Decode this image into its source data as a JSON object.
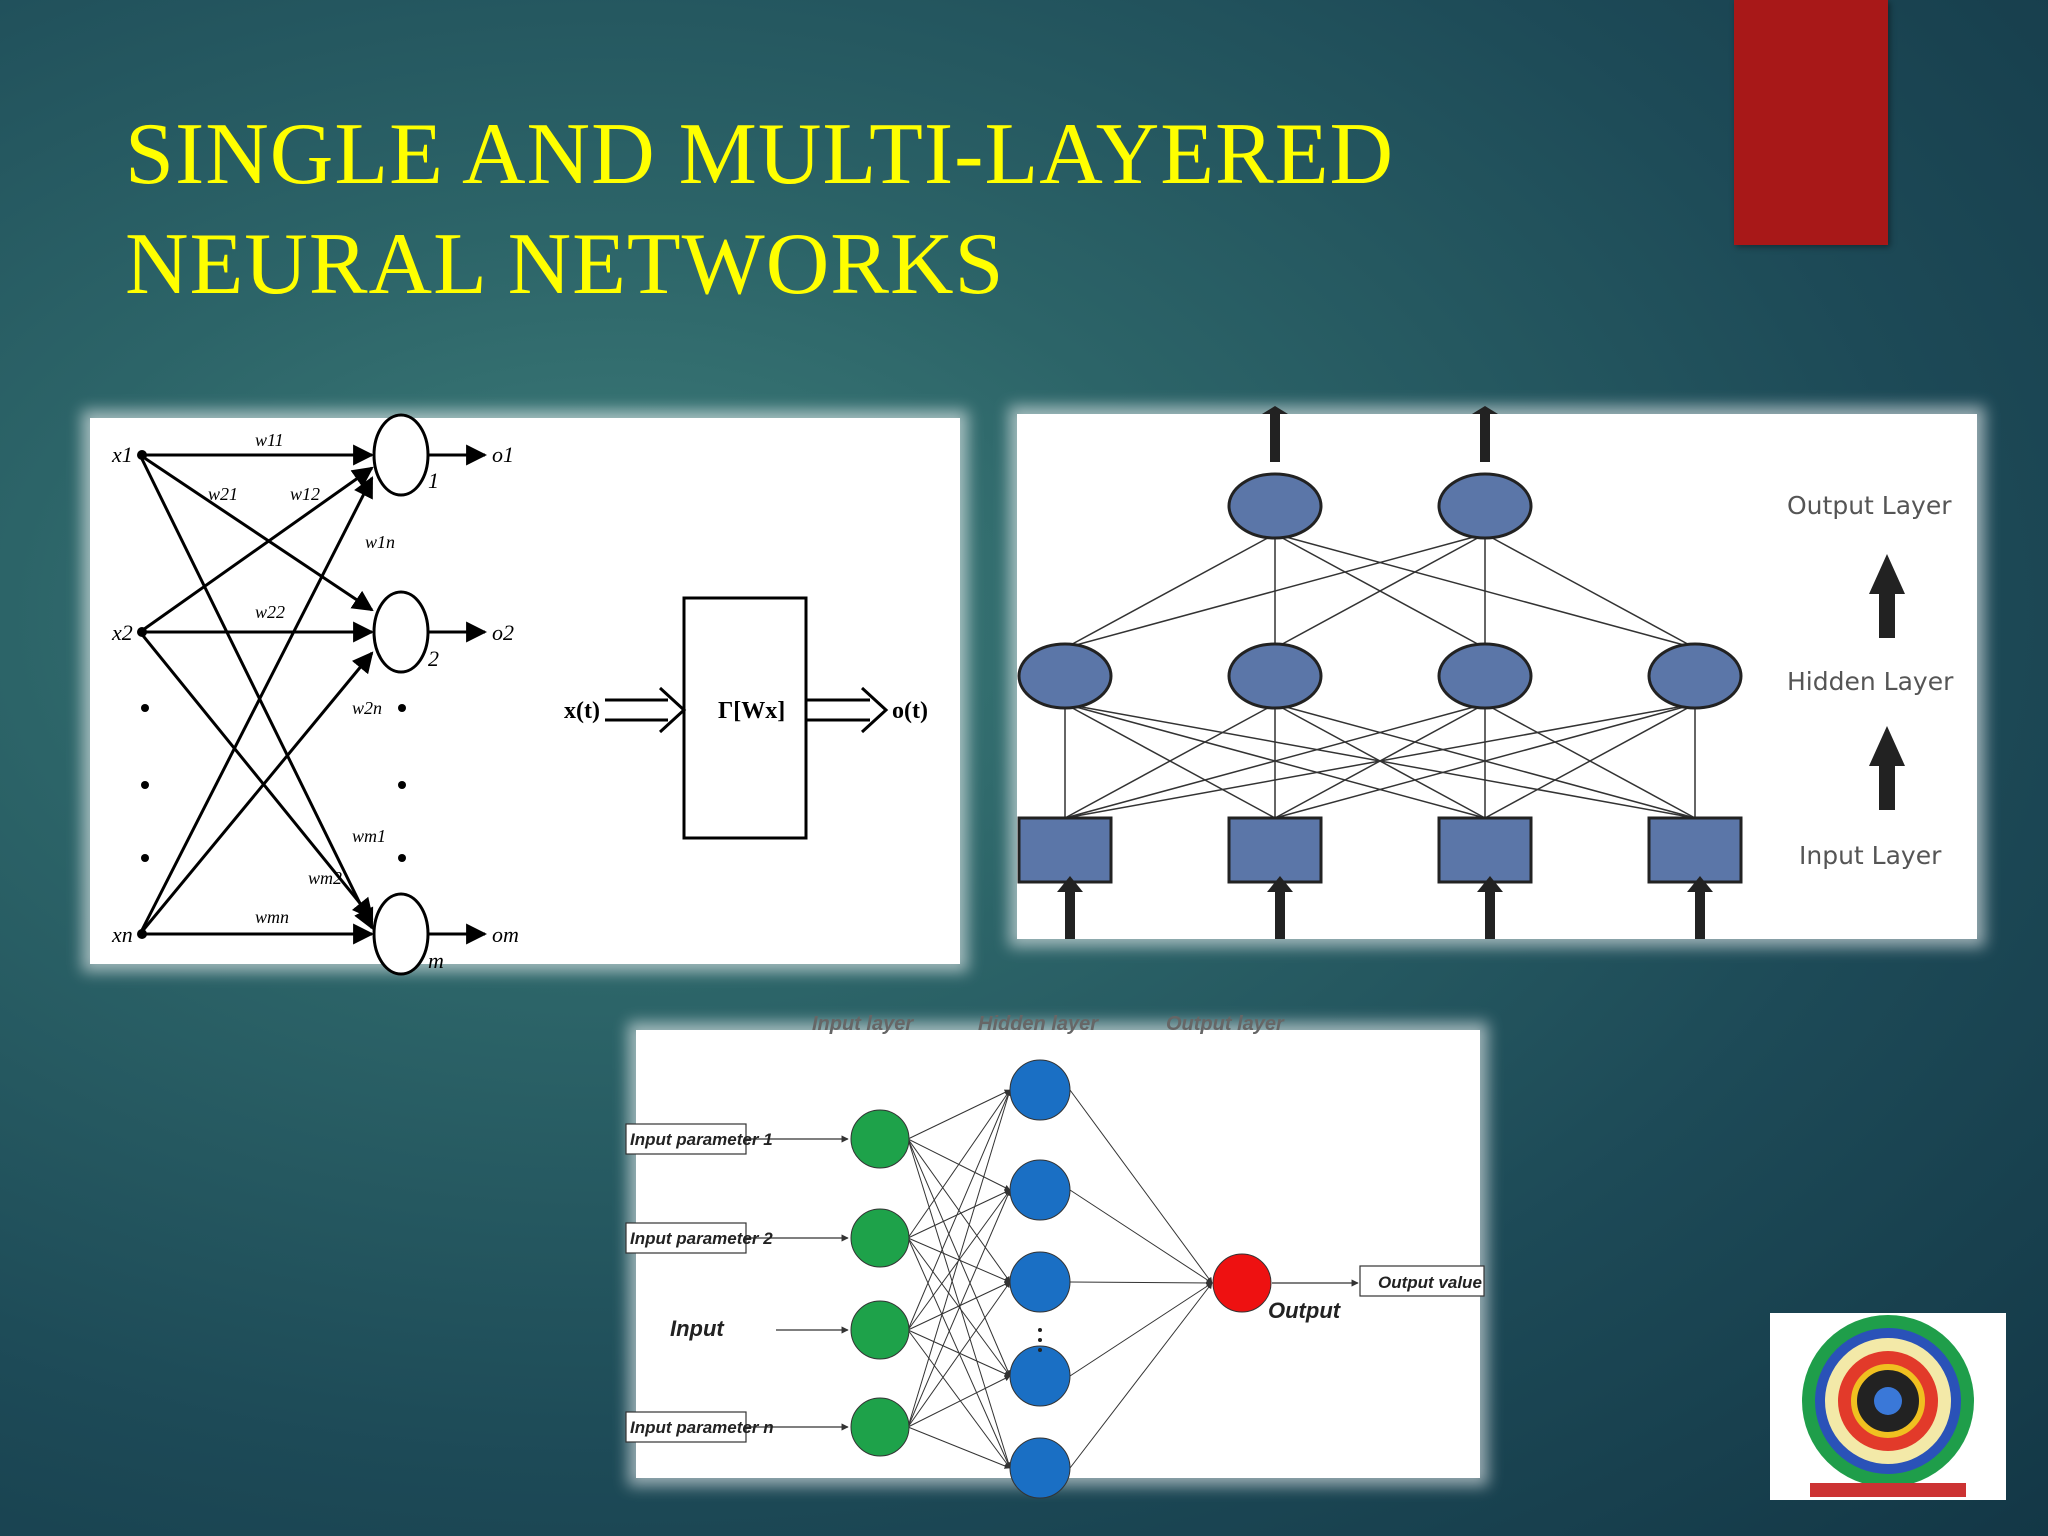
{
  "slide": {
    "title_line1": "SINGLE AND MULTI-LAYERED",
    "title_line2": "NEURAL NETWORKS",
    "colors": {
      "title": "#ffff00",
      "accent_bar": "#a81818",
      "node_blue": "#5b76a8",
      "node_green": "#1ea24a",
      "node_blue_bright": "#1a6fc4",
      "node_red": "#ee1111"
    }
  },
  "single_layer": {
    "inputs": [
      "x1",
      "x2",
      "xn"
    ],
    "outputs": [
      "o1",
      "o2",
      "om"
    ],
    "neuron_labels": [
      "1",
      "2",
      "m"
    ],
    "weights": [
      "w11",
      "w21",
      "w12",
      "w1n",
      "w22",
      "w2n",
      "wm1",
      "wm2",
      "wmn"
    ],
    "block_input": "x(t)",
    "block_function": "Γ[Wx]",
    "block_output": "o(t)"
  },
  "multi_layer": {
    "layer_labels": [
      "Output Layer",
      "Hidden Layer",
      "Input Layer"
    ],
    "output_nodes": 2,
    "hidden_nodes": 4,
    "input_nodes": 4
  },
  "colored_network": {
    "header_labels": [
      "Input layer",
      "Hidden layer",
      "Output layer"
    ],
    "input_labels": [
      "Input parameter 1",
      "Input parameter 2",
      "Input",
      "Input parameter n"
    ],
    "output_label": "Output",
    "output_value_label": "Output value"
  },
  "logo": {
    "icon": "institute-seal-icon"
  }
}
